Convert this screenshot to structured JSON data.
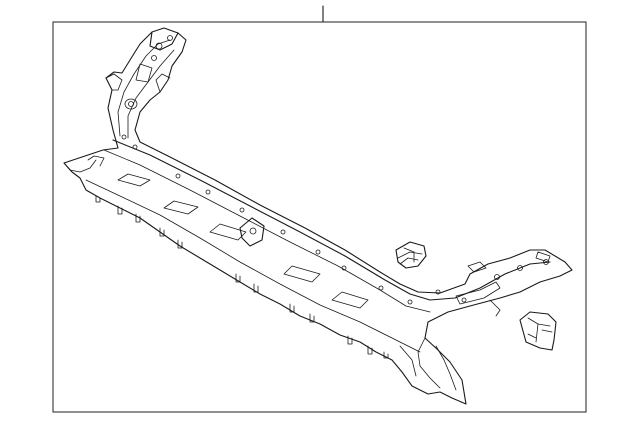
{
  "diagram": {
    "kind": "exploded parts illustration",
    "parts": [
      {
        "id": "radiator-support-assembly",
        "label": ""
      },
      {
        "id": "small-clip-bracket",
        "label": ""
      },
      {
        "id": "side-mount-bracket",
        "label": ""
      }
    ],
    "callout_leader": {
      "label": ""
    },
    "colors": {
      "line": "#1a1a1a",
      "background": "#ffffff",
      "frame": "#222222"
    }
  }
}
